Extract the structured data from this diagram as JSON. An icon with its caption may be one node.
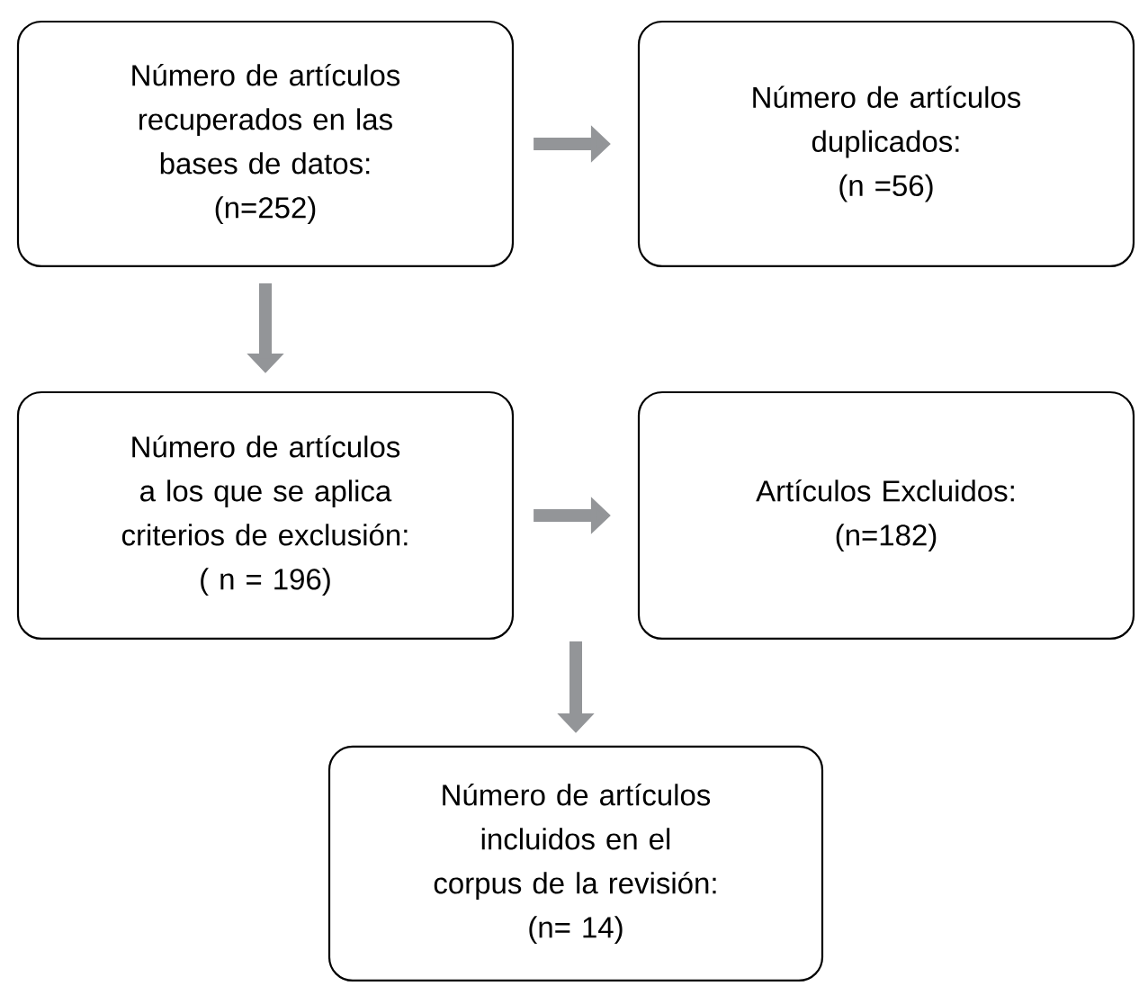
{
  "diagram": {
    "nodes": [
      {
        "text": [
          "Número de artículos recuperados en las bases de datos:",
          "(n=252)"
        ]
      },
      {
        "text": [
          "Número de artículos duplicados:",
          "(n =56)"
        ]
      },
      {
        "text": [
          "Número de artículos a los que se aplica criterios de exclusión:",
          "( n = 196)"
        ]
      },
      {
        "text": [
          "Artículos Excluidos:",
          "(n=182)"
        ]
      },
      {
        "text": [
          "Número de artículos incluidos en el corpus de la revisión:",
          "(n= 14)"
        ]
      }
    ],
    "edges": [
      {
        "from": 0,
        "to": 1,
        "arrow": "to"
      },
      {
        "from": 0,
        "to": 2,
        "arrow": "to"
      },
      {
        "from": 2,
        "to": 3,
        "arrow": "to"
      },
      {
        "from": 2,
        "to": 4,
        "arrow": "to"
      }
    ]
  }
}
